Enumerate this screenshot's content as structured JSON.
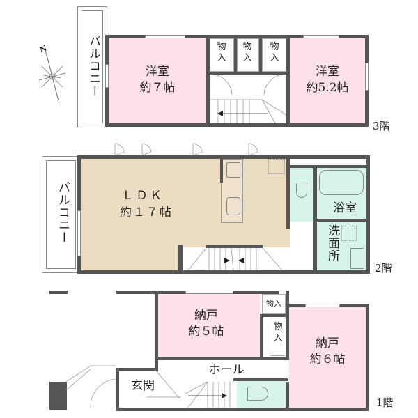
{
  "compass": {
    "label": "N",
    "icon": "compass-rose-icon"
  },
  "floors": [
    {
      "label": "3階",
      "rooms": [
        {
          "id": "western-room-1",
          "name": "洋室",
          "size": "約７帖"
        },
        {
          "id": "storage-1",
          "name": "物入"
        },
        {
          "id": "storage-2",
          "name": "物入"
        },
        {
          "id": "storage-3",
          "name": "物入"
        },
        {
          "id": "western-room-2",
          "name": "洋室",
          "size": "約5.2帖"
        }
      ],
      "balcony": "バルコニー"
    },
    {
      "label": "2階",
      "rooms": [
        {
          "id": "ldk",
          "name": "ＬＤＫ",
          "size": "約１７帖"
        },
        {
          "id": "bathroom",
          "name": "浴室"
        },
        {
          "id": "washroom",
          "name": "洗面所"
        }
      ],
      "balcony": "バルコニー"
    },
    {
      "label": "1階",
      "rooms": [
        {
          "id": "closet-room-1",
          "name": "納戸",
          "size": "約５帖"
        },
        {
          "id": "storage-4",
          "name": "物入"
        },
        {
          "id": "storage-5",
          "name": "物入"
        },
        {
          "id": "closet-room-2",
          "name": "納戸",
          "size": "約６帖"
        },
        {
          "id": "hall",
          "name": "ホール"
        },
        {
          "id": "entrance",
          "name": "玄関"
        }
      ]
    }
  ],
  "colors": {
    "wall": "#555555",
    "bedroom": "#fde0e8",
    "ldk": "#ecdcc2",
    "wet_area": "#d6f4ea"
  }
}
